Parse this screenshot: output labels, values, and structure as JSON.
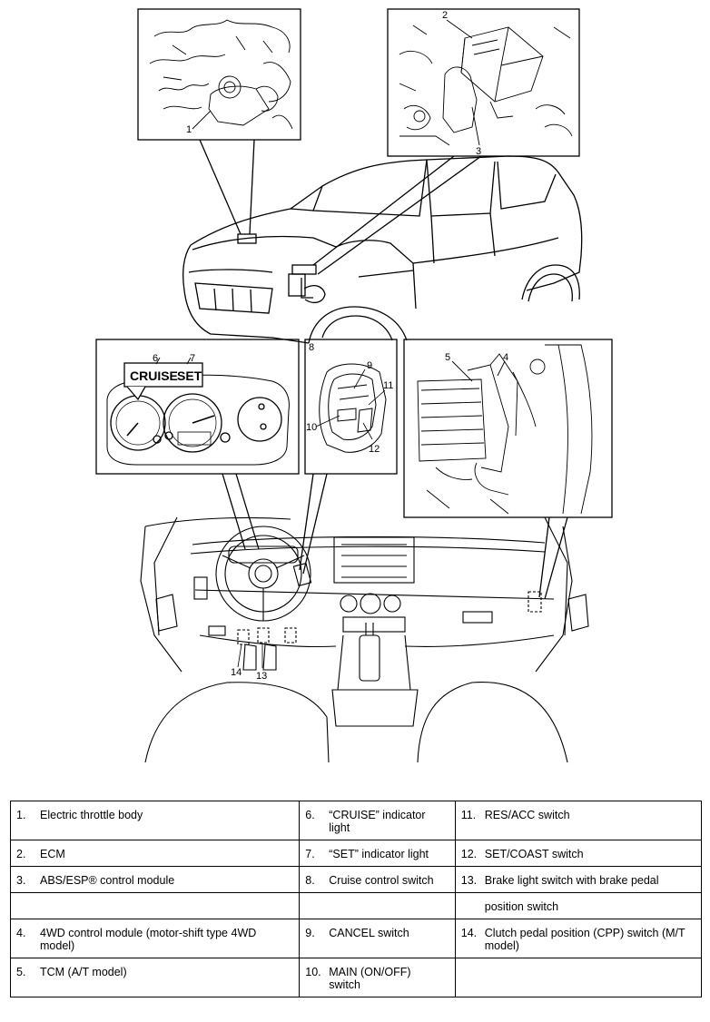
{
  "callouts": {
    "n1": "1",
    "n2": "2",
    "n3": "3",
    "n4": "4",
    "n5": "5",
    "n6": "6",
    "n7": "7",
    "n8": "8",
    "n9": "9",
    "n10": "10",
    "n11": "11",
    "n12": "12",
    "n13": "13",
    "n14": "14"
  },
  "indicators": {
    "cruise": "CRUISE",
    "set": "SET"
  },
  "legend": {
    "rows": [
      [
        {
          "num": "1.",
          "text": "Electric throttle body"
        },
        {
          "num": "6.",
          "text": "“CRUISE” indicator light"
        },
        {
          "num": "11.",
          "text": "RES/ACC switch"
        }
      ],
      [
        {
          "num": "2.",
          "text": "ECM"
        },
        {
          "num": "7.",
          "text": "“SET” indicator light"
        },
        {
          "num": "12.",
          "text": "SET/COAST switch"
        }
      ],
      [
        {
          "num": "3.",
          "text": "ABS/ESP® control module"
        },
        {
          "num": "8.",
          "text": "Cruise control switch"
        },
        {
          "num": "13.",
          "text": "Brake light switch with brake pedal"
        }
      ],
      [
        {
          "num": "",
          "text": ""
        },
        {
          "num": "",
          "text": ""
        },
        {
          "num": "",
          "text": "position switch"
        }
      ],
      [
        {
          "num": "4.",
          "text": "4WD control module (motor-shift type 4WD model)"
        },
        {
          "num": "9.",
          "text": "CANCEL switch"
        },
        {
          "num": "14.",
          "text": "Clutch pedal position (CPP) switch (M/T model)"
        }
      ],
      [
        {
          "num": "5.",
          "text": "TCM (A/T model)"
        },
        {
          "num": "10.",
          "text": "MAIN (ON/OFF) switch"
        },
        {
          "num": "",
          "text": ""
        }
      ]
    ]
  }
}
